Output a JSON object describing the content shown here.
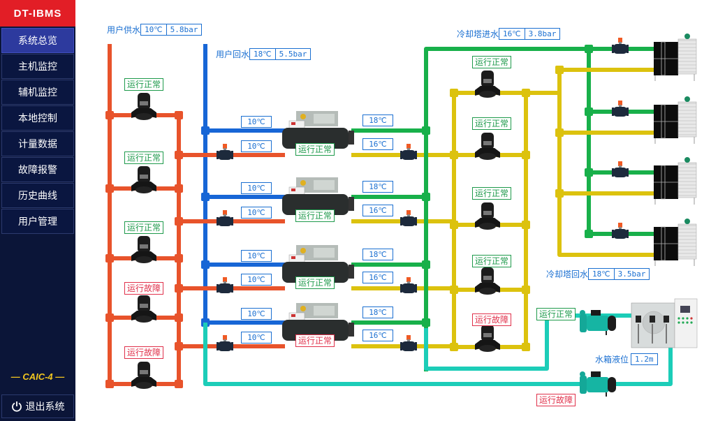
{
  "app": {
    "logo": "DT-IBMS",
    "model": "— CAIC-4 —",
    "logout_label": "退出系统"
  },
  "sidebar": {
    "items": [
      {
        "label": "系统总览",
        "active": true
      },
      {
        "label": "主机监控",
        "active": false
      },
      {
        "label": "辅机监控",
        "active": false
      },
      {
        "label": "本地控制",
        "active": false
      },
      {
        "label": "计量数据",
        "active": false
      },
      {
        "label": "故障报警",
        "active": false
      },
      {
        "label": "历史曲线",
        "active": false
      },
      {
        "label": "用户管理",
        "active": false
      }
    ]
  },
  "colors": {
    "supply": "#e8532b",
    "return": "#1766d6",
    "cooling_in": "#18b04a",
    "cooling_out": "#dcc20e",
    "makeup": "#1ccdb8",
    "ok": "#1e9a4b",
    "fault": "#e0304a",
    "readout": "#1a6fd1"
  },
  "readouts": {
    "user_supply": {
      "label": "用户供水",
      "temp": "10℃",
      "pressure": "5.8bar"
    },
    "user_return": {
      "label": "用户回水",
      "temp": "18℃",
      "pressure": "5.5bar"
    },
    "tower_in": {
      "label": "冷却塔进水",
      "temp": "16℃",
      "pressure": "3.8bar"
    },
    "tower_out": {
      "label": "冷却塔回水",
      "temp": "18℃",
      "pressure": "3.5bar"
    },
    "tank_level": {
      "label": "水箱液位",
      "value": "1.2m"
    }
  },
  "chilled_pumps": [
    {
      "status": "运行正常",
      "state": "ok"
    },
    {
      "status": "运行正常",
      "state": "ok"
    },
    {
      "status": "运行正常",
      "state": "ok"
    },
    {
      "status": "运行故障",
      "state": "fault"
    },
    {
      "status": "运行故障",
      "state": "fault"
    }
  ],
  "chillers": [
    {
      "evap_in": "10℃",
      "evap_out": "10℃",
      "cond_out": "18℃",
      "cond_in": "16℃",
      "status": "运行正常",
      "state": "ok"
    },
    {
      "evap_in": "10℃",
      "evap_out": "10℃",
      "cond_out": "18℃",
      "cond_in": "16℃",
      "status": "运行正常",
      "state": "ok"
    },
    {
      "evap_in": "10℃",
      "evap_out": "10℃",
      "cond_out": "18℃",
      "cond_in": "16℃",
      "status": "运行正常",
      "state": "ok"
    },
    {
      "evap_in": "10℃",
      "evap_out": "10℃",
      "cond_out": "18℃",
      "cond_in": "16℃",
      "status": "运行正常",
      "state": "fault"
    }
  ],
  "cooling_pumps": [
    {
      "status": "运行正常",
      "state": "ok"
    },
    {
      "status": "运行正常",
      "state": "ok"
    },
    {
      "status": "运行正常",
      "state": "ok"
    },
    {
      "status": "运行正常",
      "state": "ok"
    },
    {
      "status": "运行故障",
      "state": "fault"
    }
  ],
  "makeup_pumps": [
    {
      "status": "运行正常",
      "state": "ok"
    },
    {
      "status": "运行故障",
      "state": "fault"
    }
  ],
  "cooling_towers_count": 4
}
